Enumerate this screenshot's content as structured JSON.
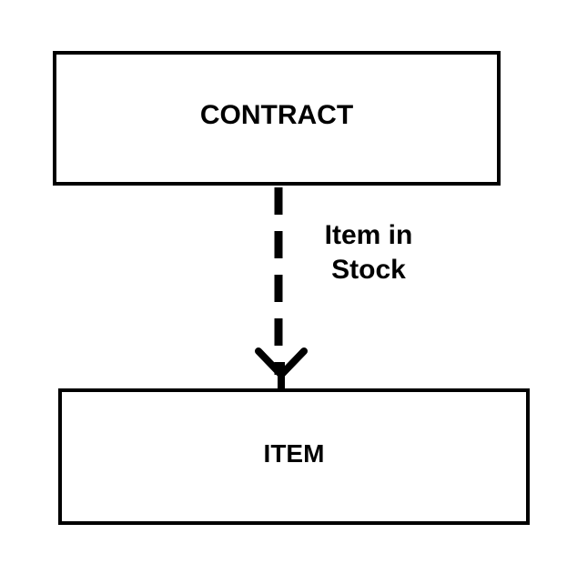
{
  "diagram": {
    "source_entity": {
      "label": "CONTRACT"
    },
    "target_entity": {
      "label": "ITEM"
    },
    "relationship": {
      "line1": "Item in",
      "line2": "Stock",
      "line_style": "dashed",
      "direction": "source-to-target"
    }
  },
  "colors": {
    "stroke": "#000000",
    "background": "#ffffff"
  }
}
